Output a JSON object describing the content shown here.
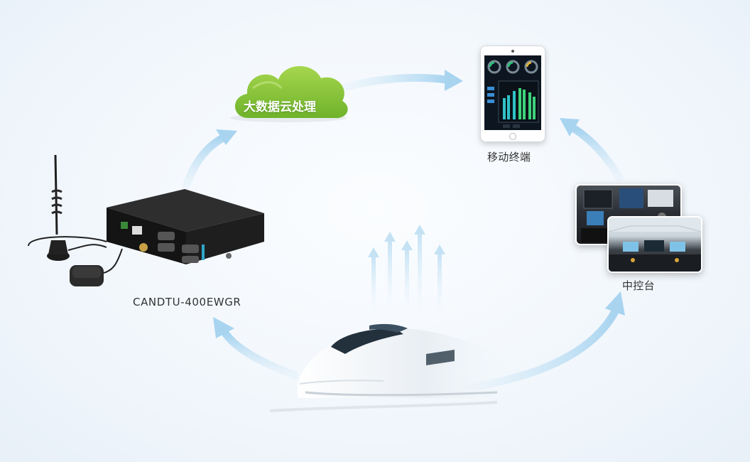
{
  "nodes": {
    "cloud": {
      "label": "大数据云处理",
      "color": "#8cc63f"
    },
    "mobile": {
      "label": "移动终端"
    },
    "control": {
      "label": "中控台"
    },
    "device": {
      "label": "CANDTU-400EWGR"
    }
  },
  "colors": {
    "arrow": "#b8dcf2",
    "arrow_head": "#9fd0ee",
    "background": "#f2f7fc"
  }
}
